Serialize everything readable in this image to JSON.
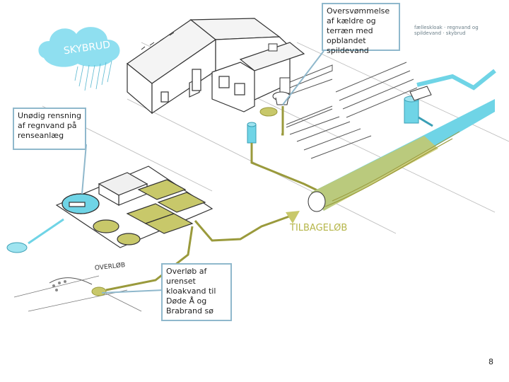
{
  "callouts": {
    "flooding": "Oversvømmelse af kældre og terræn med opblandet spildevand",
    "treatment": "Unødig rensning af regnvand på renseanlæg",
    "overflow": "Overløb af urenset kloakvand til Døde Å og Brabrand sø"
  },
  "sketch": {
    "cloud_label": "SKYBRUD",
    "return_label": "TILBAGELØB",
    "overflow_label": "OVERLØB",
    "caption": "fælleskloak · regnvand og spildevand · skybrud"
  },
  "page_number": "8",
  "colors": {
    "water": "#6fd4e6",
    "cloud": "#8fdff0",
    "sewage": "#c8c86a",
    "sewage_dark": "#9a9a3c",
    "callout_border": "#8fb8cc",
    "ink": "#333333"
  }
}
